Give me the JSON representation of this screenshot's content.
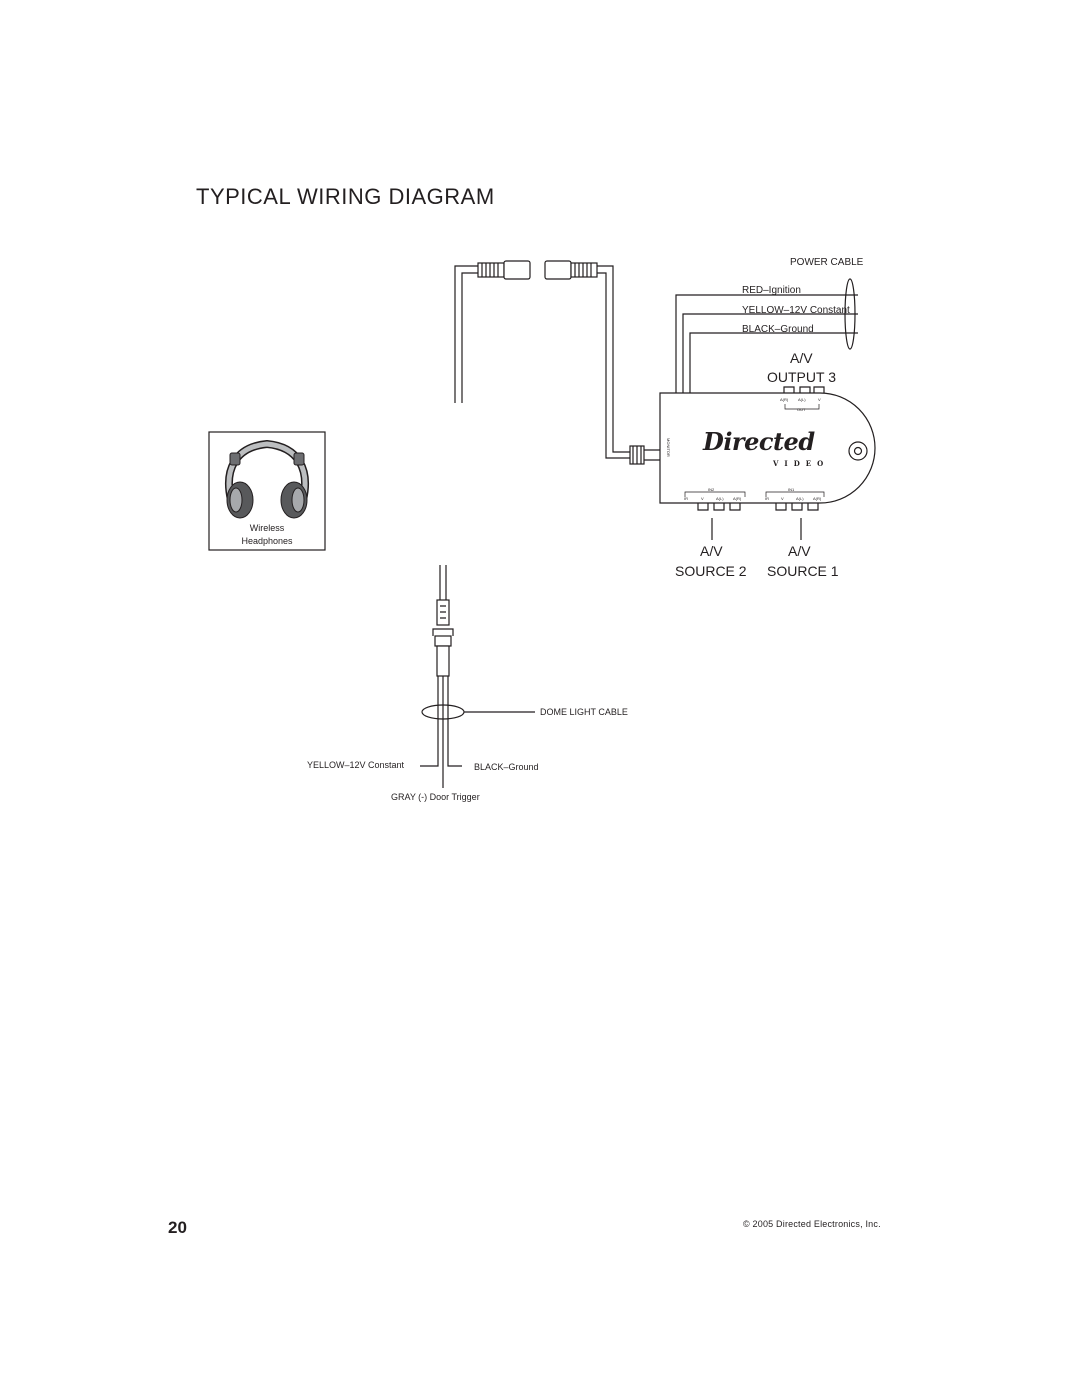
{
  "page": {
    "title": "TYPICAL WIRING DIAGRAM",
    "page_number": "20",
    "copyright": "© 2005 Directed Electronics, Inc."
  },
  "power_cable": {
    "title": "POWER CABLE",
    "wires": [
      "RED–Ignition",
      "YELLOW–12V Constant",
      "BLACK–Ground"
    ]
  },
  "output": {
    "line1": "A/V",
    "line2": "OUTPUT 3"
  },
  "source2": {
    "line1": "A/V",
    "line2": "SOURCE 2"
  },
  "source1": {
    "line1": "A/V",
    "line2": "SOURCE 1"
  },
  "device": {
    "brand": "Directed",
    "sub": "VIDEO",
    "monitor_label": "MONITOR",
    "out_jacks": [
      "A(R)",
      "A(L)",
      "V"
    ],
    "out_label": "OUT",
    "in2_label": "IN2",
    "in1_label": "IN1",
    "in_jacks": [
      "IR",
      "V",
      "A(L)",
      "A(R)"
    ]
  },
  "headphones": {
    "label_line1": "Wireless",
    "label_line2": "Headphones"
  },
  "dome_light": {
    "title": "DOME LIGHT CABLE",
    "yellow": "YELLOW–12V Constant",
    "black": "BLACK–Ground",
    "gray": "GRAY (-) Door Trigger"
  }
}
